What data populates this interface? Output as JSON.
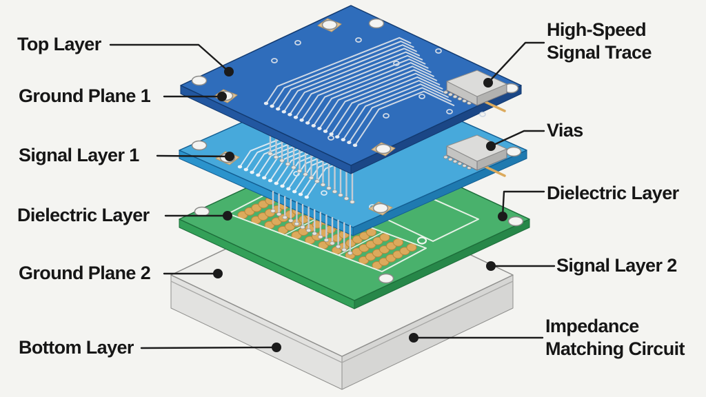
{
  "diagram": {
    "type": "exploded-pcb-stackup",
    "labels_left": [
      {
        "text": "Top Layer"
      },
      {
        "text": "Ground Plane 1"
      },
      {
        "text": "Signal Layer 1"
      },
      {
        "text": "Dielectric Layer"
      },
      {
        "text": "Ground Plane 2"
      },
      {
        "text": "Bottom Layer"
      }
    ],
    "labels_right": [
      {
        "text": "High-Speed Signal Trace"
      },
      {
        "text": "Vias"
      },
      {
        "text": "Dielectric Layer"
      },
      {
        "text": "Signal Layer 2"
      },
      {
        "text": "Impedance Matching Circuit"
      }
    ]
  },
  "colors": {
    "background": "#f4f4f1",
    "label_text": "#161616",
    "leader": "#1b1b1b",
    "board_dark_blue": "#2f6dbb",
    "board_dark_blue_side": "#2257a0",
    "board_light_blue": "#47a9db",
    "board_light_blue_side": "#2b93cc",
    "board_green": "#49b16c",
    "board_green_side": "#33a058",
    "slab_top": "#efefec",
    "slab_side": "#e2e2e0",
    "trace_silver": "#cfd9e6",
    "pad_gold": "#dcaa5c",
    "pad_tan": "#dcc29a",
    "hole_white": "#f4f4f2",
    "chip_gray": "#dcdcda"
  }
}
